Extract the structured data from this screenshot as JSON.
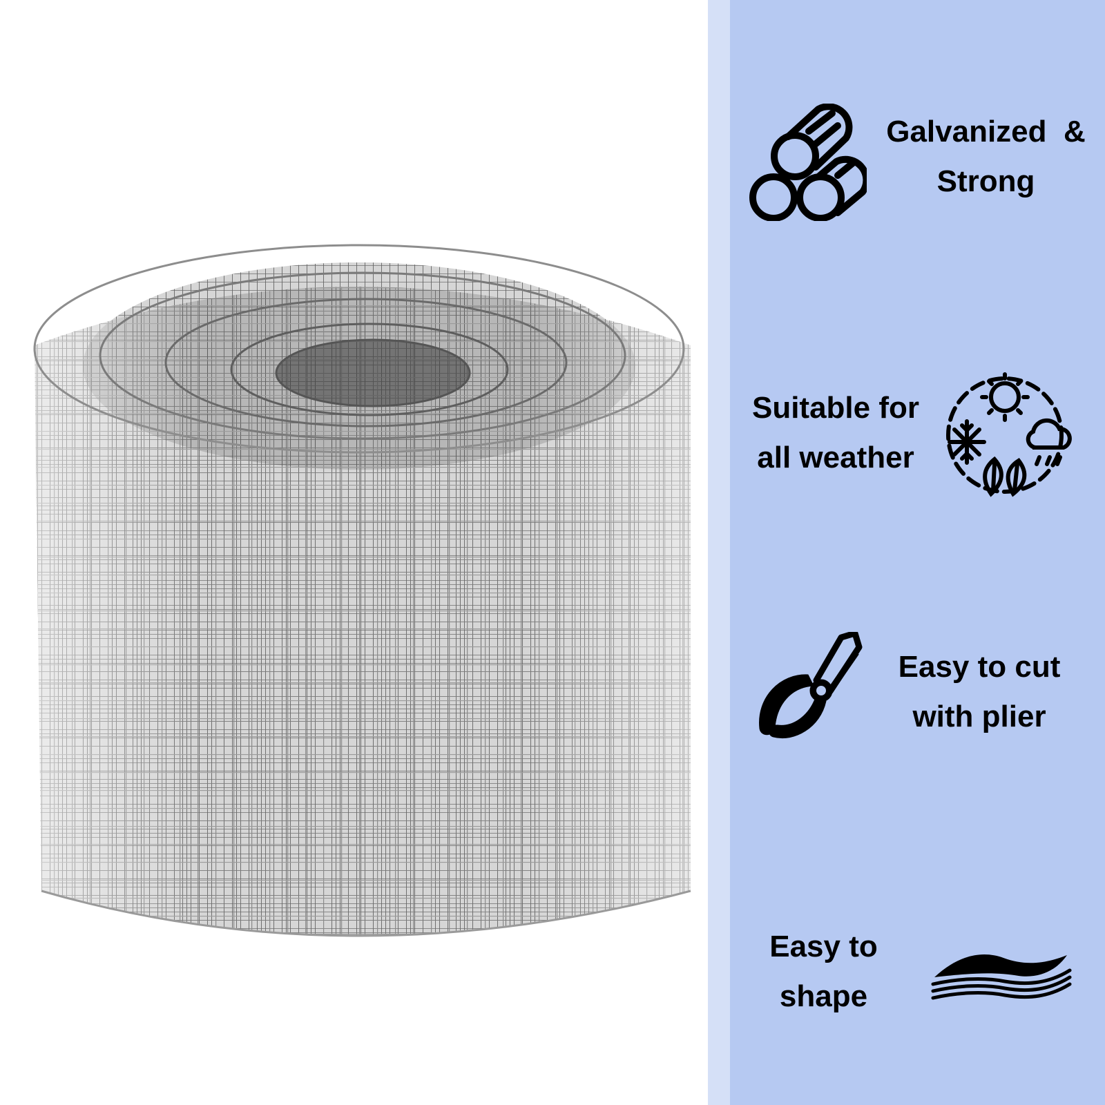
{
  "product": {
    "image_subject": "wire-mesh-roll"
  },
  "panel": {
    "background_color": "#b6c9f2",
    "edge_color": "#d5e0f7"
  },
  "features": [
    {
      "icon": "metal-bars-icon",
      "lines": [
        "Galvanized  &",
        "Strong"
      ]
    },
    {
      "icon": "weather-icon",
      "lines": [
        "Suitable for",
        "all weather"
      ]
    },
    {
      "icon": "pliers-icon",
      "lines": [
        "Easy to cut",
        "with plier"
      ]
    },
    {
      "icon": "layered-sheets-icon",
      "lines": [
        "Easy to",
        "shape"
      ]
    }
  ]
}
